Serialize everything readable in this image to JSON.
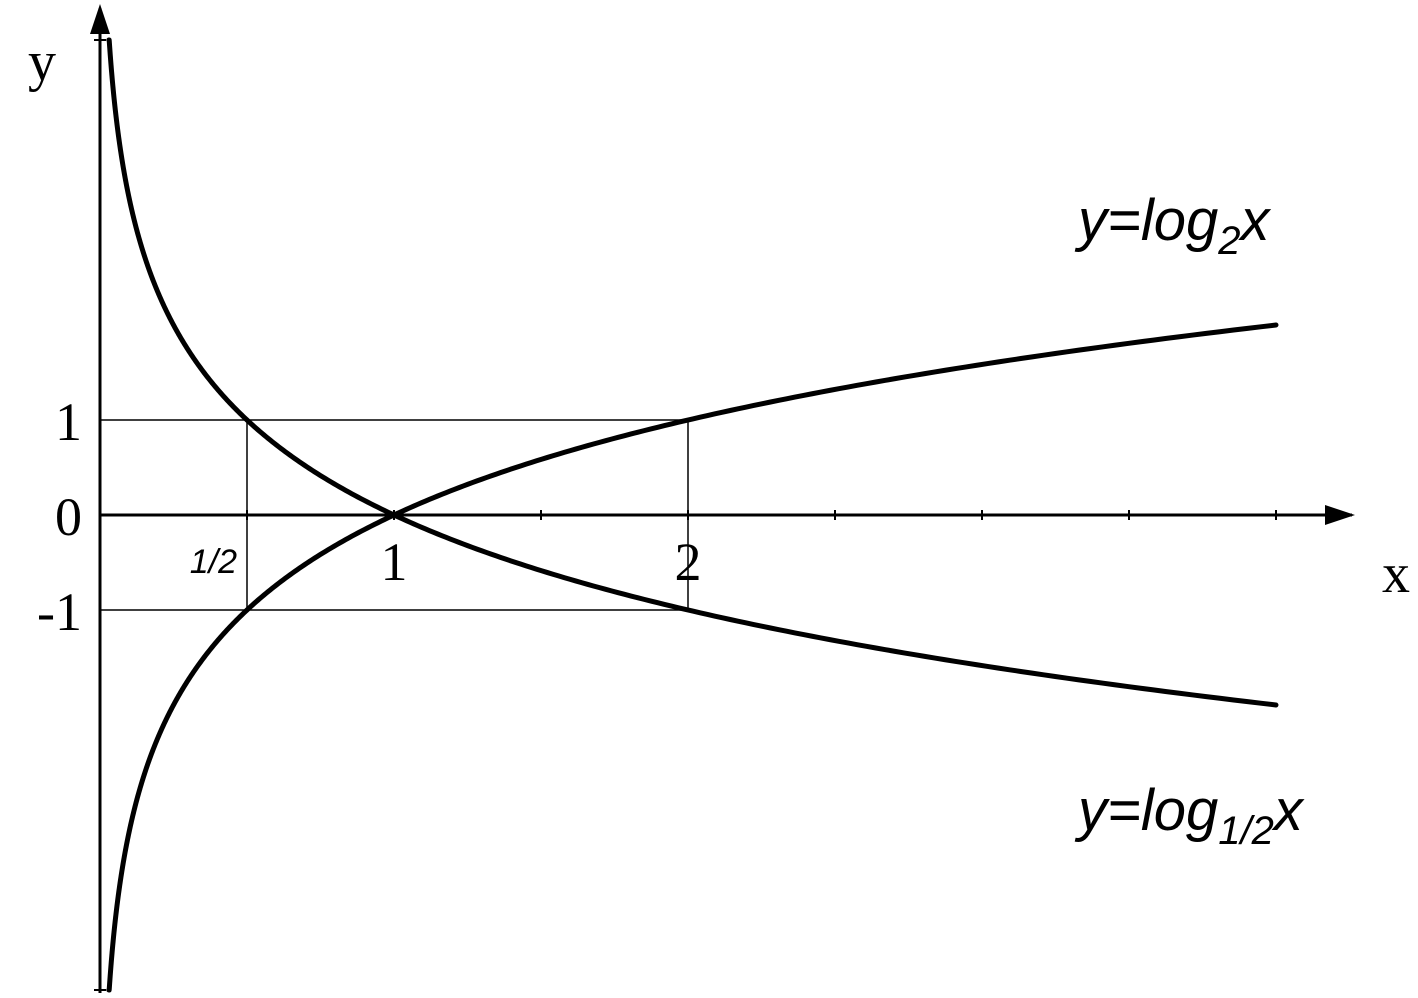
{
  "chart_data": {
    "type": "line",
    "xlabel": "x",
    "ylabel": "y",
    "x_tick_labels": [
      {
        "value": 0.5,
        "label": "1/2"
      },
      {
        "value": 1,
        "label": "1"
      },
      {
        "value": 2,
        "label": "2"
      }
    ],
    "y_tick_labels": [
      {
        "value": 1,
        "label": "1"
      },
      {
        "value": 0,
        "label": "0"
      },
      {
        "value": -1,
        "label": "-1"
      }
    ],
    "x_minor_ticks": [
      0.5,
      1,
      1.5,
      2,
      2.5,
      3,
      3.5,
      4
    ],
    "xlim": [
      0,
      4.2
    ],
    "ylim": [
      -5,
      5
    ],
    "series": [
      {
        "name": "log2",
        "label_main": "y=log",
        "label_sub": "2",
        "label_tail": "x",
        "base": 2,
        "x_range": [
          0.03,
          4
        ]
      },
      {
        "name": "log1/2",
        "label_main": "y=log",
        "label_sub": "1/2",
        "label_tail": "x",
        "base": 0.5,
        "x_range": [
          0.03,
          4
        ]
      }
    ],
    "reference_lines": [
      {
        "from": [
          0,
          1
        ],
        "to": [
          2,
          1
        ]
      },
      {
        "from": [
          0,
          -1
        ],
        "to": [
          2,
          -1
        ]
      },
      {
        "from": [
          0.5,
          1
        ],
        "to": [
          0.5,
          -1
        ]
      },
      {
        "from": [
          2,
          1
        ],
        "to": [
          2,
          -1
        ]
      }
    ],
    "grid": false,
    "legend": "none",
    "colors": {
      "line": "#000000",
      "background": "#ffffff"
    }
  }
}
